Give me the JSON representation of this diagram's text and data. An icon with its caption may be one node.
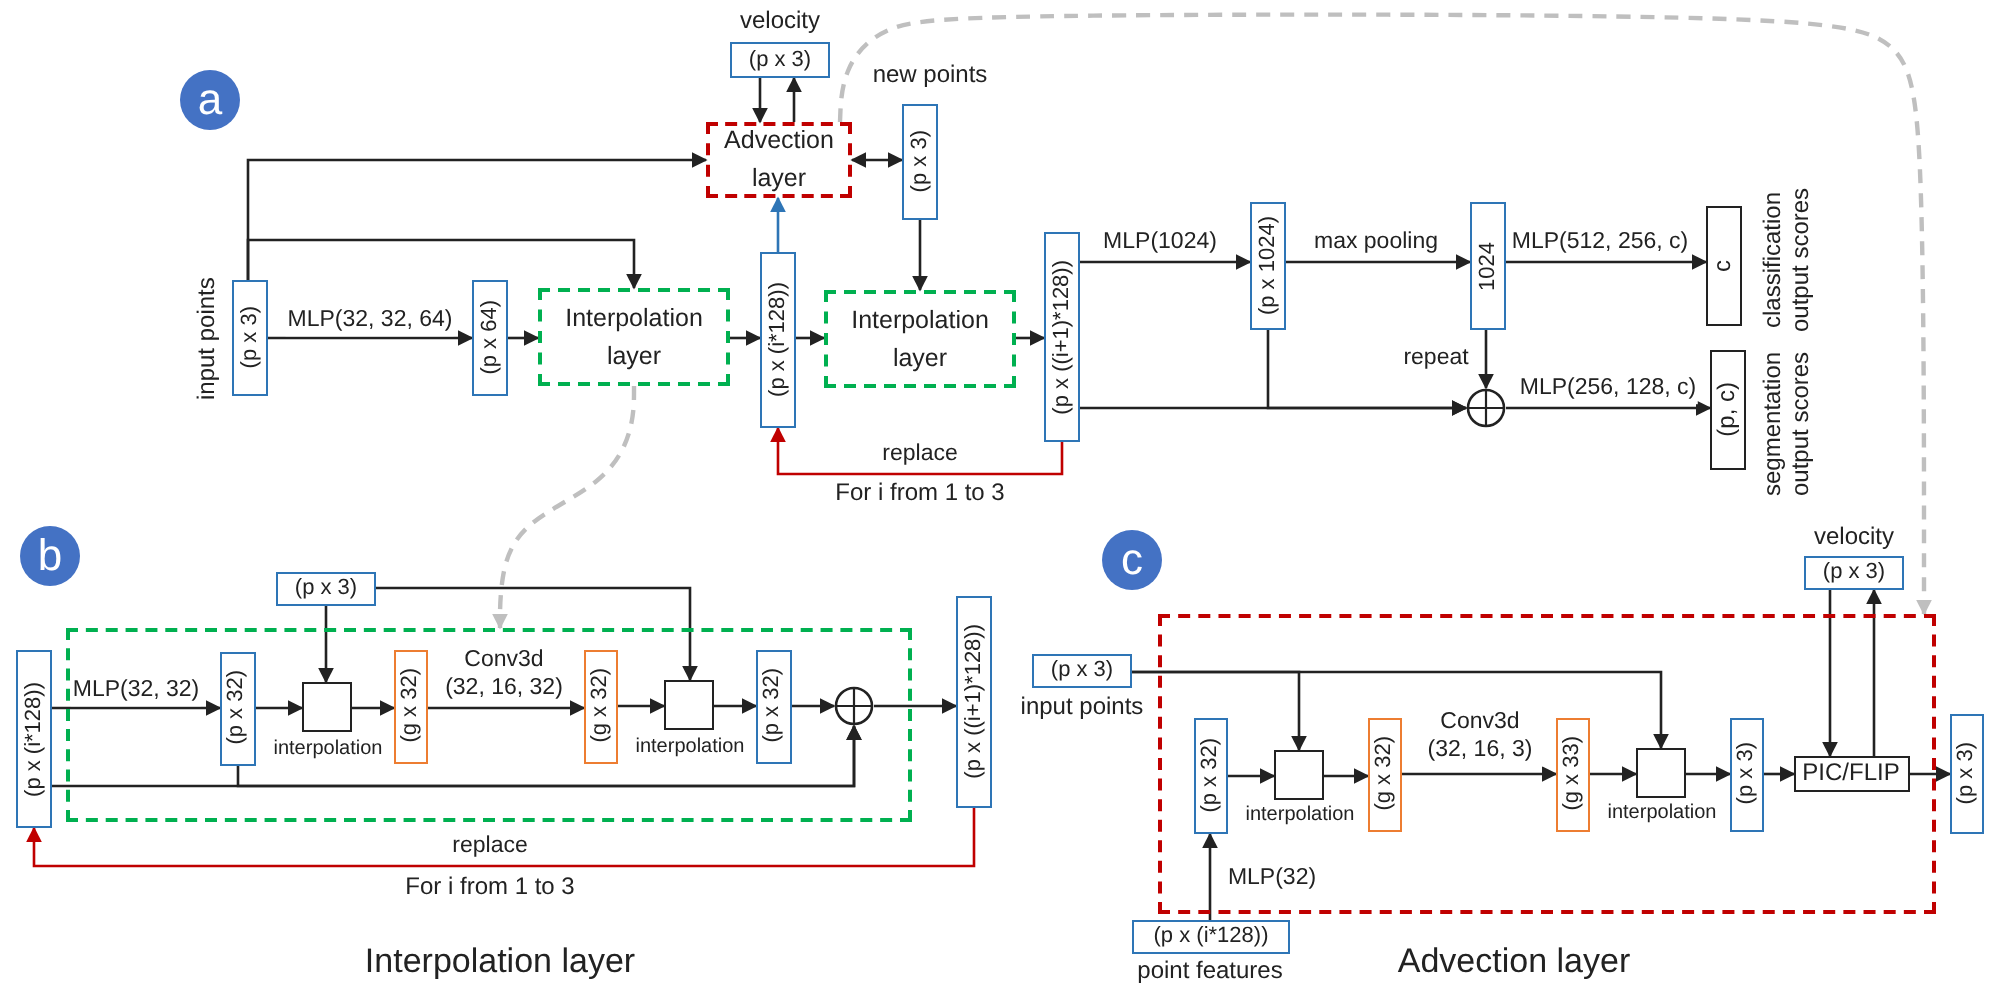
{
  "diagram": {
    "nodes": [
      {
        "text": [
          "a"
        ]
      },
      {
        "text": [
          "(p x 3)"
        ],
        "beside": [
          "velocity"
        ]
      },
      {
        "text": [
          "Advection layer"
        ]
      },
      {
        "text": [
          "(p x 3)"
        ],
        "beside": [
          "new points"
        ]
      },
      {
        "text": [
          "(p x 3)"
        ],
        "beside": [
          "input points"
        ]
      },
      {
        "text": [
          "(p x 64)"
        ]
      },
      {
        "text": [
          "Interpolation layer"
        ]
      },
      {
        "text": [
          "(p x (i*128))"
        ]
      },
      {
        "text": [
          "Interpolation layer"
        ]
      },
      {
        "text": [
          "(p x ((i+1)*128))"
        ]
      },
      {
        "text": [
          "(p x 1024)"
        ]
      },
      {
        "text": [
          "1024"
        ]
      },
      {
        "text": [
          "c"
        ],
        "beside": [
          "classification output scores"
        ]
      },
      {
        "text": [],
        "shape": "circle"
      },
      {
        "text": [
          "(p, c)"
        ],
        "beside": [
          "segmentation output scores"
        ]
      },
      {
        "text": [
          "b"
        ]
      },
      {
        "text": [],
        "shape": "box"
      },
      {
        "text": [
          "(p x (i*128))"
        ]
      },
      {
        "text": [
          "(p x 3)"
        ]
      },
      {
        "text": [
          "(p x 32)"
        ],
        "in": 16
      },
      {
        "text": [],
        "shape": "box",
        "in": 16,
        "beside": [
          "interpolation"
        ]
      },
      {
        "text": [
          "(g x 32)"
        ],
        "in": 16
      },
      {
        "text": [
          "(g x 32)"
        ],
        "in": 16
      },
      {
        "text": [],
        "shape": "box",
        "in": 16,
        "beside": [
          "interpolation"
        ]
      },
      {
        "text": [
          "(p x 32)"
        ],
        "in": 16
      },
      {
        "text": [],
        "shape": "circle",
        "in": 16
      },
      {
        "text": [
          "(p x ((i+1)*128))"
        ]
      },
      {
        "text": [
          "c"
        ]
      },
      {
        "text": [],
        "shape": "box"
      },
      {
        "text": [
          "(p x 3)"
        ],
        "beside": [
          "input points"
        ]
      },
      {
        "text": [
          "(p x 32)"
        ],
        "in": 28
      },
      {
        "text": [],
        "shape": "box",
        "in": 28,
        "beside": [
          "interpolation"
        ]
      },
      {
        "text": [
          "(g x 32)"
        ],
        "in": 28
      },
      {
        "text": [
          "(g x 33)"
        ],
        "in": 28
      },
      {
        "text": [],
        "shape": "box",
        "in": 28,
        "beside": [
          "interpolation"
        ]
      },
      {
        "text": [
          "(p x 3)"
        ],
        "in": 28
      },
      {
        "text": [
          "PIC/FLIP"
        ],
        "in": 28
      },
      {
        "text": [
          "(p x 3)"
        ],
        "beside": [
          "velocity"
        ]
      },
      {
        "text": [
          "(p x 3)"
        ]
      },
      {
        "text": [
          "(p x (i*128))"
        ],
        "beside": [
          "point features"
        ]
      }
    ],
    "edges": [
      {
        "from": 4,
        "to": 2,
        "arrow": "to"
      },
      {
        "from": 4,
        "to": 6,
        "arrow": "to"
      },
      {
        "from": 4,
        "to": 5,
        "arrow": "to",
        "label": "MLP(32, 32, 64)"
      },
      {
        "from": 5,
        "to": 6,
        "arrow": "to"
      },
      {
        "from": 6,
        "to": 7,
        "arrow": "to"
      },
      {
        "from": 7,
        "to": 8,
        "arrow": "to"
      },
      {
        "from": 7,
        "to": 2,
        "arrow": "to",
        "color": "#2e75b6"
      },
      {
        "from": 1,
        "to": 2,
        "arrow": "to"
      },
      {
        "from": 2,
        "to": 1,
        "arrow": "to"
      },
      {
        "from": 2,
        "to": 3,
        "arrow": "both"
      },
      {
        "from": 3,
        "to": 8,
        "arrow": "to"
      },
      {
        "from": 8,
        "to": 9,
        "arrow": "to"
      },
      {
        "from": 9,
        "to": 7,
        "arrow": "to",
        "label": "replace",
        "color": "#c00000"
      },
      {
        "from": 9,
        "to": 10,
        "arrow": "to",
        "label": "MLP(1024)"
      },
      {
        "from": 10,
        "to": 11,
        "arrow": "to",
        "label": "max pooling"
      },
      {
        "from": 11,
        "to": 12,
        "arrow": "to",
        "label": "MLP(512, 256, c)"
      },
      {
        "from": 11,
        "to": 13,
        "arrow": "to",
        "label": "repeat"
      },
      {
        "from": 9,
        "to": 13,
        "arrow": "to"
      },
      {
        "from": 10,
        "to": 13,
        "arrow": "to"
      },
      {
        "from": 13,
        "to": 14,
        "arrow": "to",
        "label": "MLP(256, 128, c)"
      },
      {
        "from": 6,
        "to": 16,
        "arrow": "to",
        "style": "dashed",
        "color": "#bfbfbf"
      },
      {
        "from": 2,
        "to": 28,
        "arrow": "to",
        "style": "dashed",
        "color": "#bfbfbf"
      },
      {
        "from": 17,
        "to": 19,
        "arrow": "to",
        "label": "MLP(32, 32)"
      },
      {
        "from": 19,
        "to": 20,
        "arrow": "to"
      },
      {
        "from": 18,
        "to": 20,
        "arrow": "to"
      },
      {
        "from": 20,
        "to": 21,
        "arrow": "to"
      },
      {
        "from": 21,
        "to": 22,
        "arrow": "to",
        "label": "Conv3d (32, 16, 32)"
      },
      {
        "from": 22,
        "to": 23,
        "arrow": "to"
      },
      {
        "from": 18,
        "to": 23,
        "arrow": "to"
      },
      {
        "from": 23,
        "to": 24,
        "arrow": "to"
      },
      {
        "from": 24,
        "to": 25,
        "arrow": "to"
      },
      {
        "from": 19,
        "to": 25,
        "arrow": "to"
      },
      {
        "from": 17,
        "to": 25,
        "arrow": "to"
      },
      {
        "from": 25,
        "to": 26,
        "arrow": "to"
      },
      {
        "from": 26,
        "to": 17,
        "arrow": "to",
        "label": "replace",
        "color": "#c00000"
      },
      {
        "from": 29,
        "to": 31,
        "arrow": "to"
      },
      {
        "from": 29,
        "to": 34,
        "arrow": "to"
      },
      {
        "from": 39,
        "to": 30,
        "arrow": "to",
        "label": "MLP(32)"
      },
      {
        "from": 30,
        "to": 31,
        "arrow": "to"
      },
      {
        "from": 31,
        "to": 32,
        "arrow": "to"
      },
      {
        "from": 32,
        "to": 33,
        "arrow": "to",
        "label": "Conv3d (32, 16, 3)"
      },
      {
        "from": 33,
        "to": 34,
        "arrow": "to"
      },
      {
        "from": 34,
        "to": 35,
        "arrow": "to"
      },
      {
        "from": 35,
        "to": 36,
        "arrow": "to"
      },
      {
        "from": 37,
        "to": 36,
        "arrow": "to"
      },
      {
        "from": 36,
        "to": 37,
        "arrow": "to"
      },
      {
        "from": 36,
        "to": 38,
        "arrow": "to"
      }
    ],
    "labels": [
      "For i from 1 to 3",
      "For i from 1 to 3",
      "Interpolation layer",
      "Advection layer"
    ]
  }
}
